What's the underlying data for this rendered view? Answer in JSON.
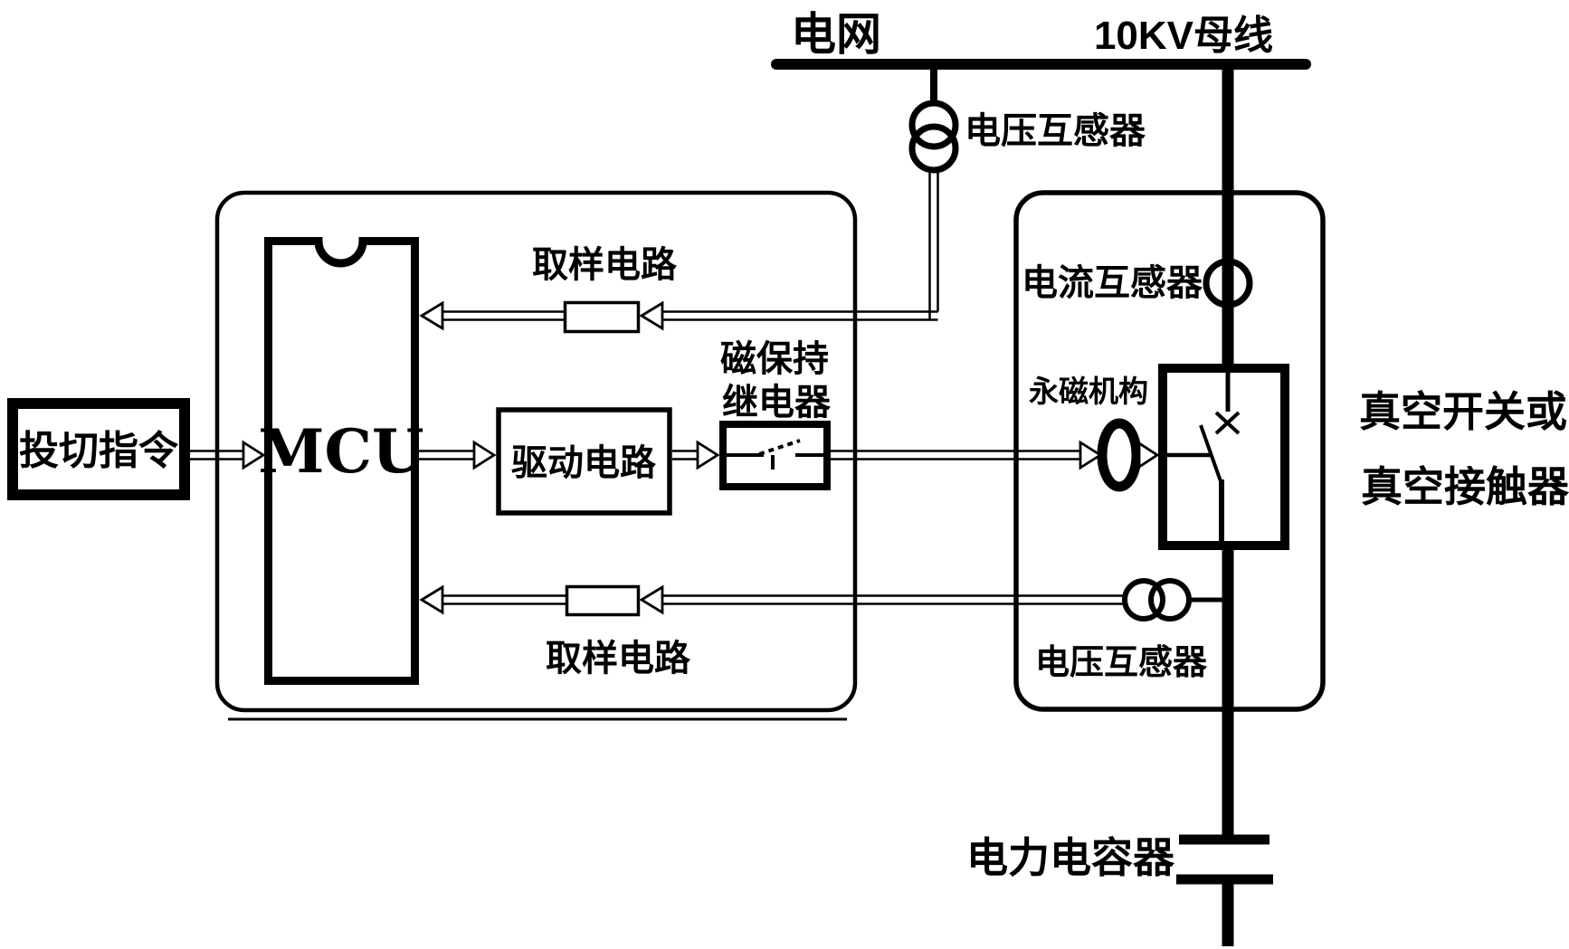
{
  "diagram": {
    "colors": {
      "ink": "#000000",
      "background": "#ffffff"
    },
    "grid": {
      "label": "电网"
    },
    "busbar": {
      "label": "10KV母线"
    },
    "top_voltage_transformer": {
      "label": "电压互感器"
    },
    "command_input": {
      "label": "投切指令"
    },
    "controller": {
      "mcu": {
        "label": "MCU"
      },
      "sampling_top": {
        "label": "取样电路"
      },
      "sampling_bottom": {
        "label": "取样电路"
      },
      "drive_circuit": {
        "label": "驱动电路"
      },
      "latching_relay": {
        "label_line1": "磁保持",
        "label_line2": "继电器"
      }
    },
    "switch_assembly": {
      "current_transformer": {
        "label": "电流互感器"
      },
      "permanent_magnet_actuator": {
        "label": "永磁机构"
      },
      "bottom_voltage_transformer": {
        "label": "电压互感器"
      },
      "vacuum_switch": {
        "label_line1": "真空开关或",
        "label_line2": "真空接触器"
      }
    },
    "power_capacitor": {
      "label": "电力电容器"
    }
  }
}
